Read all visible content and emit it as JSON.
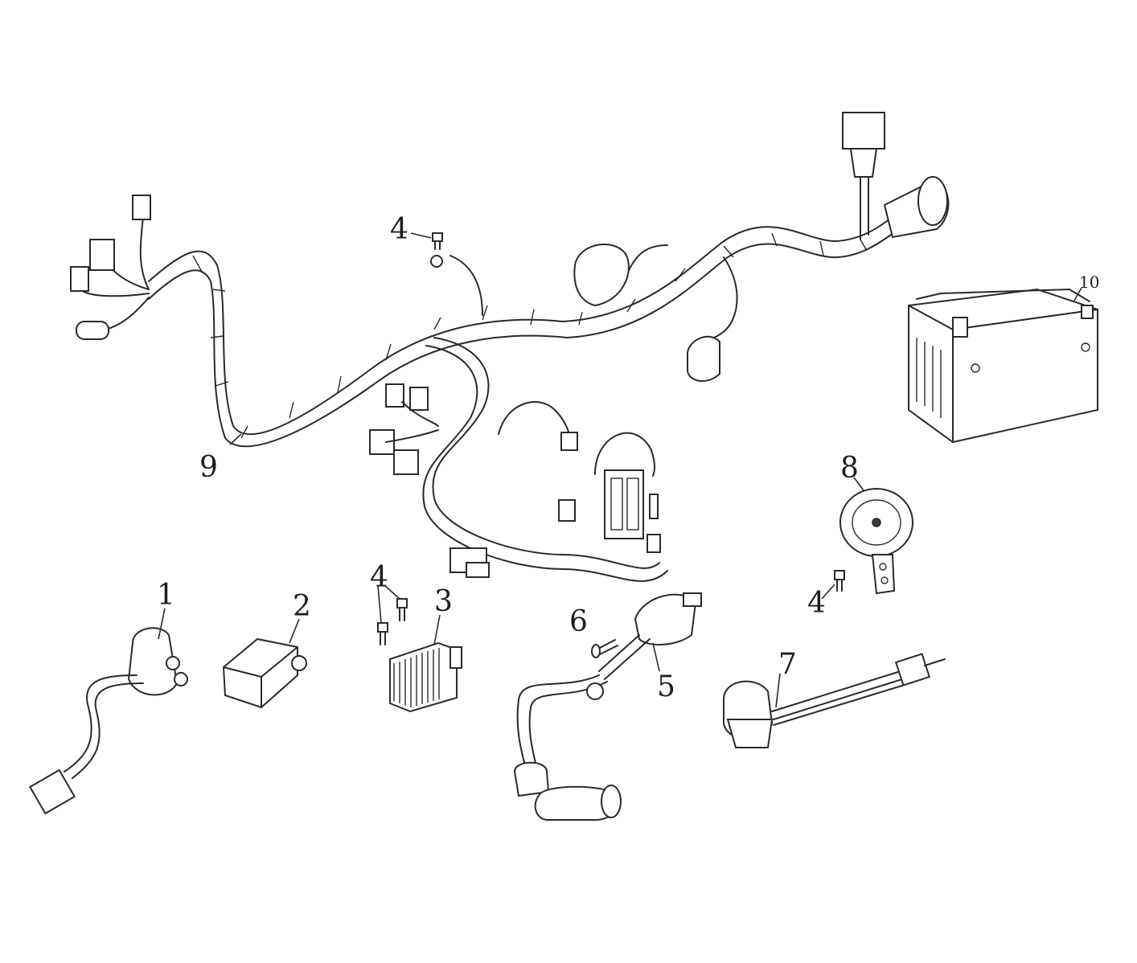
{
  "callouts": {
    "p1": "1",
    "p2": "2",
    "p3": "3",
    "p4a": "4",
    "p4b": "4",
    "p4c": "4",
    "p5": "5",
    "p6": "6",
    "p7": "7",
    "p8": "8",
    "p9": "9",
    "p10": "10"
  },
  "colors": {
    "line": "#2a2a2a",
    "background": "#ffffff"
  }
}
